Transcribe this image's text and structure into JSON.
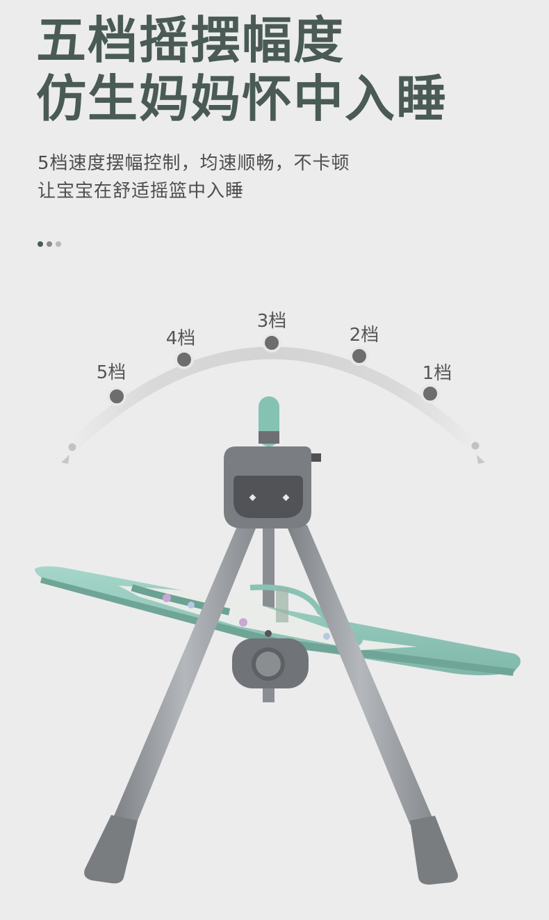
{
  "headline": {
    "line1": "五档摇摆幅度",
    "line2": "仿生妈妈怀中入睡"
  },
  "description": {
    "line1": "5档速度摆幅控制，均速顺畅，不卡顿",
    "line2": "让宝宝在舒适摇篮中入睡"
  },
  "gears": [
    "5档",
    "4档",
    "3档",
    "2档",
    "1档"
  ],
  "colors": {
    "headline": "#4a5a55",
    "seat_mint": "#8fc9bb",
    "frame_gray": "#8e9296",
    "hub_gray": "#6b6e71"
  }
}
